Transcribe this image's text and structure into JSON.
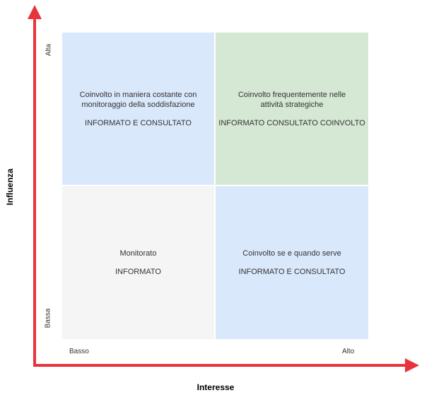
{
  "axes": {
    "x": {
      "title": "Interesse",
      "low_label": "Basso",
      "high_label": "Alto"
    },
    "y": {
      "title": "Influenza",
      "low_label": "Bassa",
      "high_label": "Alta"
    },
    "arrow_color": "#e8333a"
  },
  "quadrants": [
    {
      "id": "high-influence-low-interest",
      "description": "Coinvolto in maniera costante con monitoraggio della soddisfazione",
      "status": "INFORMATO E CONSULTATO",
      "color": "#dae8fc"
    },
    {
      "id": "high-influence-high-interest",
      "description": "Coinvolto frequentemente nelle attività strategiche",
      "status": "INFORMATO CONSULTATO COINVOLTO",
      "color": "#d5e8d4"
    },
    {
      "id": "low-influence-low-interest",
      "description": "Monitorato",
      "status": "INFORMATO",
      "color": "#f5f5f5"
    },
    {
      "id": "low-influence-high-interest",
      "description": "Coinvolto se e quando serve",
      "status": "INFORMATO E CONSULTATO",
      "color": "#dae8fc"
    }
  ]
}
